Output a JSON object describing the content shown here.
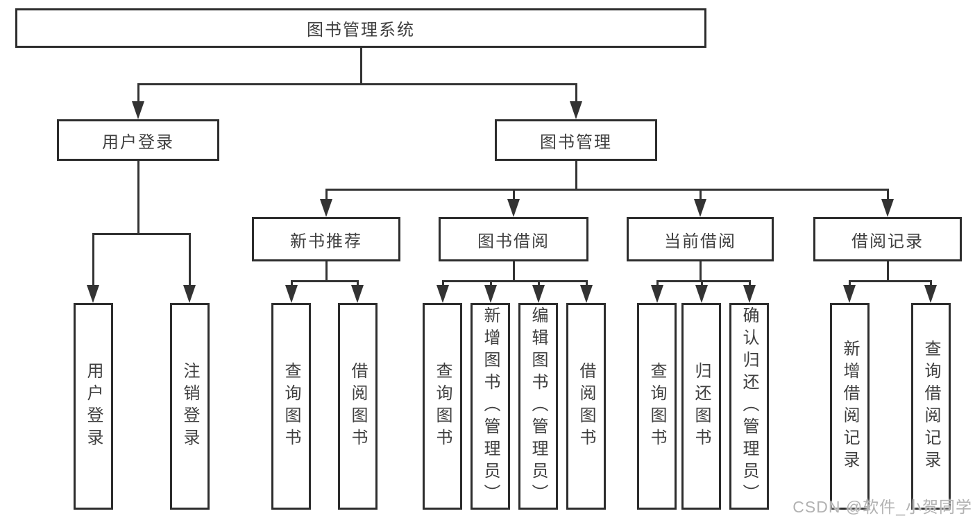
{
  "diagram_title": "图书管理系统",
  "watermark": "CSDN @软件_小贺同学",
  "colors": {
    "background": "#ffffff",
    "box_border": "#2d2d2d",
    "connector_line": "#333333",
    "text": "#3f3f3f",
    "watermark_text": "#b2b2b2"
  },
  "tree": {
    "label": "图书管理系统",
    "children": [
      {
        "label": "用户登录",
        "children": [
          {
            "label": "用户登录"
          },
          {
            "label": "注销登录"
          }
        ]
      },
      {
        "label": "图书管理",
        "children": [
          {
            "label": "新书推荐",
            "children": [
              {
                "label": "查询图书"
              },
              {
                "label": "借阅图书"
              }
            ]
          },
          {
            "label": "图书借阅",
            "children": [
              {
                "label": "查询图书"
              },
              {
                "label": "新增图书（管理员）"
              },
              {
                "label": "编辑图书（管理员）"
              },
              {
                "label": "借阅图书"
              }
            ]
          },
          {
            "label": "当前借阅",
            "children": [
              {
                "label": "查询图书"
              },
              {
                "label": "归还图书"
              },
              {
                "label": "确认归还（管理员）"
              }
            ]
          },
          {
            "label": "借阅记录",
            "children": [
              {
                "label": "新增借阅记录"
              },
              {
                "label": "查询借阅记录"
              }
            ]
          }
        ]
      }
    ]
  }
}
